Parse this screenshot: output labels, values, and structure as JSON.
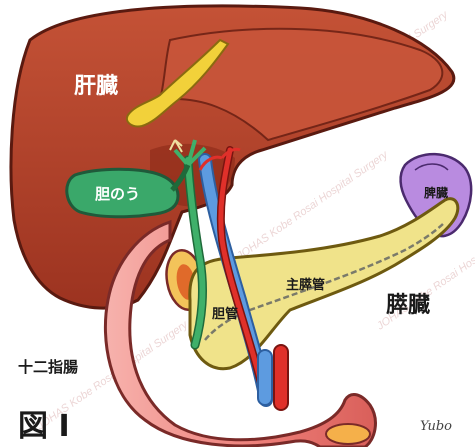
{
  "labels": {
    "liver": "肝臓",
    "gallbladder": "胆のう",
    "spleen": "脾臓",
    "main_pancreatic_duct": "主膵管",
    "pancreas": "膵臓",
    "bile_duct": "胆管",
    "duodenum": "十二指腸",
    "figure": "図 I",
    "signature": "Yubo"
  },
  "watermark": "JOHAS Kobe Rosai Hospital Surgery",
  "colors": {
    "liver": "#b3402b",
    "liver_dark": "#7a2416",
    "gallbladder": "#3aa86a",
    "pancreas": "#f0e38a",
    "duodenum": "#f08f8f",
    "spleen": "#b98be0",
    "ligament": "#f2d13a",
    "artery": "#d8261f",
    "vein": "#4f8fd6",
    "bile": "#35a860"
  }
}
